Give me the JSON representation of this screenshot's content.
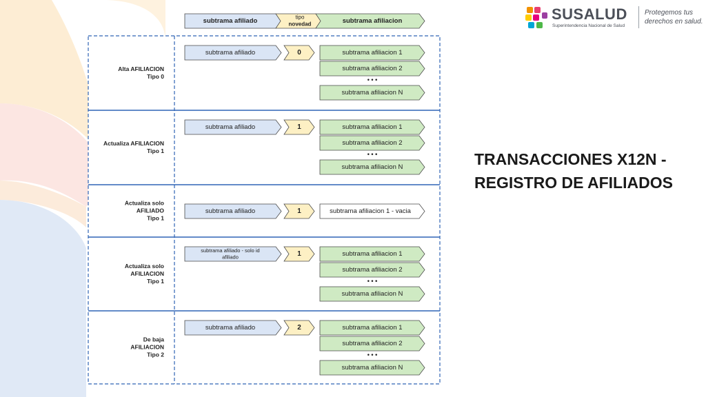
{
  "header": {
    "col_affiliate": "subtrama afiliado",
    "col_novelty_line1": "tipo",
    "col_novelty_line2": "novedad",
    "col_affiliation": "subtrama afiliacion"
  },
  "rows": [
    {
      "label_lines": [
        "Alta AFILIACION",
        "Tipo 0"
      ],
      "affiliate": [
        "subtrama afiliado"
      ],
      "novelty": "0",
      "affiliations": [
        "subtrama afiliacion 1",
        "subtrama afiliacion 2",
        "subtrama afiliacion N"
      ],
      "ellipsis": "• • •"
    },
    {
      "label_lines": [
        "Actualiza AFILIACION",
        "Tipo 1"
      ],
      "affiliate": [
        "subtrama afiliado"
      ],
      "novelty": "1",
      "affiliations": [
        "subtrama afiliacion 1",
        "subtrama afiliacion 2",
        "subtrama afiliacion N"
      ],
      "ellipsis": "• • •"
    },
    {
      "label_lines": [
        "Actualiza solo",
        "AFILIADO",
        "Tipo 1"
      ],
      "affiliate": [
        "subtrama afiliado"
      ],
      "novelty": "1",
      "affiliations": [
        "subtrama afiliacion 1 - vacia"
      ],
      "ellipsis": ""
    },
    {
      "label_lines": [
        "Actualiza solo",
        "AFILIACION",
        "Tipo 1"
      ],
      "affiliate": [
        "subtrama afiliado - solo id",
        "afiliado"
      ],
      "novelty": "1",
      "affiliations": [
        "subtrama afiliacion 1",
        "subtrama afiliacion 2",
        "subtrama afiliacion N"
      ],
      "ellipsis": "• • •"
    },
    {
      "label_lines": [
        "De baja",
        "AFILIACION",
        "Tipo 2"
      ],
      "affiliate": [
        "subtrama afiliado"
      ],
      "novelty": "2",
      "affiliations": [
        "subtrama afiliacion 1",
        "subtrama afiliacion 2",
        "subtrama afiliacion N"
      ],
      "ellipsis": "• • •"
    }
  ],
  "title": {
    "line1": "TRANSACCIONES X12N  -",
    "line2": "REGISTRO DE AFILIADOS"
  },
  "logo": {
    "brand": "SUSALUD",
    "subtitle": "Superintendencia Nacional de Salud",
    "slogan_line1": "Protegemos tus",
    "slogan_line2": "derechos en salud."
  },
  "colors": {
    "blue_fill": "#dae5f5",
    "yellow_fill": "#fdf0c4",
    "green_fill": "#cfeac3",
    "border_blue": "#2f63b5",
    "shape_stroke": "#4a4a4a"
  }
}
